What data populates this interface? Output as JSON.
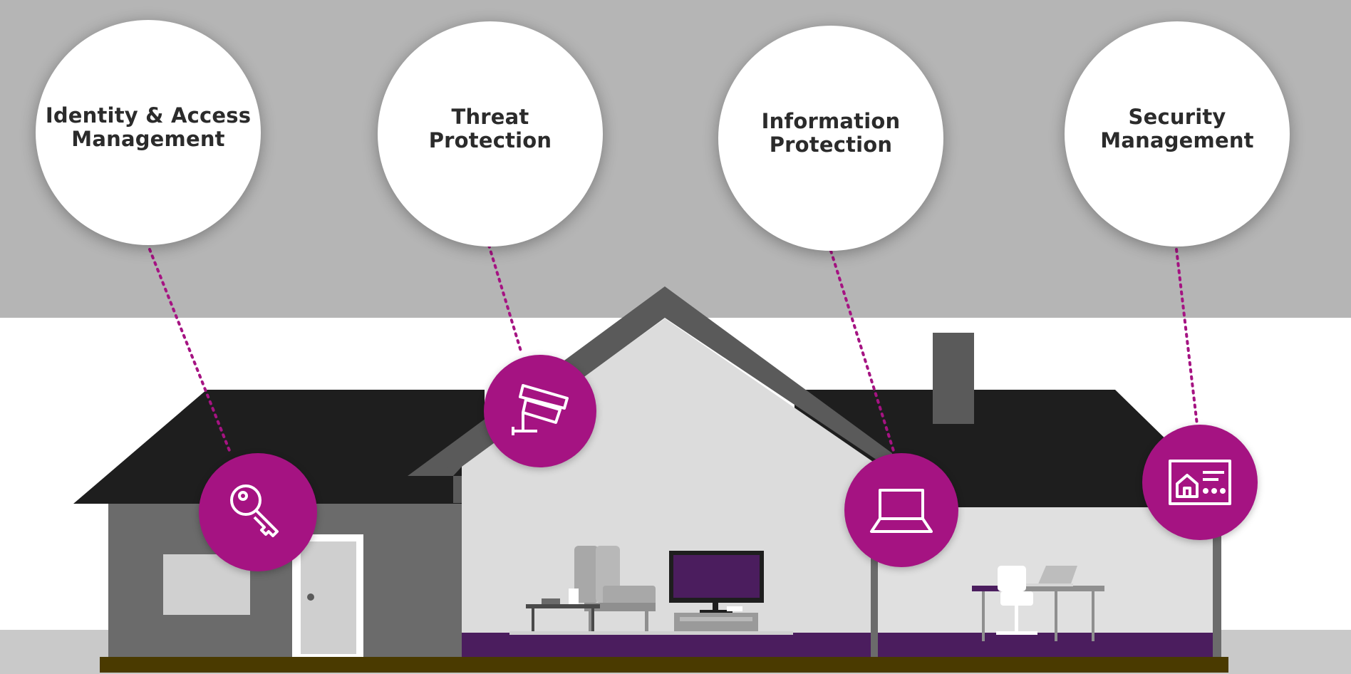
{
  "colors": {
    "accent": "#a51382",
    "sky": "#b5b5b5",
    "roof": "#1e1e1e",
    "roof_gable": "#5a5a5a",
    "wall_dark": "#6b6b6b",
    "wall_light": "#dcdcdc",
    "floor": "#4b1d5e",
    "ground": "#4a3a00"
  },
  "pillars": [
    {
      "label": "Identity & Access\nManagement",
      "icon": "key-icon"
    },
    {
      "label": "Threat\nProtection",
      "icon": "security-camera-icon"
    },
    {
      "label": "Information\nProtection",
      "icon": "laptop-icon"
    },
    {
      "label": "Security\nManagement",
      "icon": "home-security-card-icon"
    }
  ]
}
